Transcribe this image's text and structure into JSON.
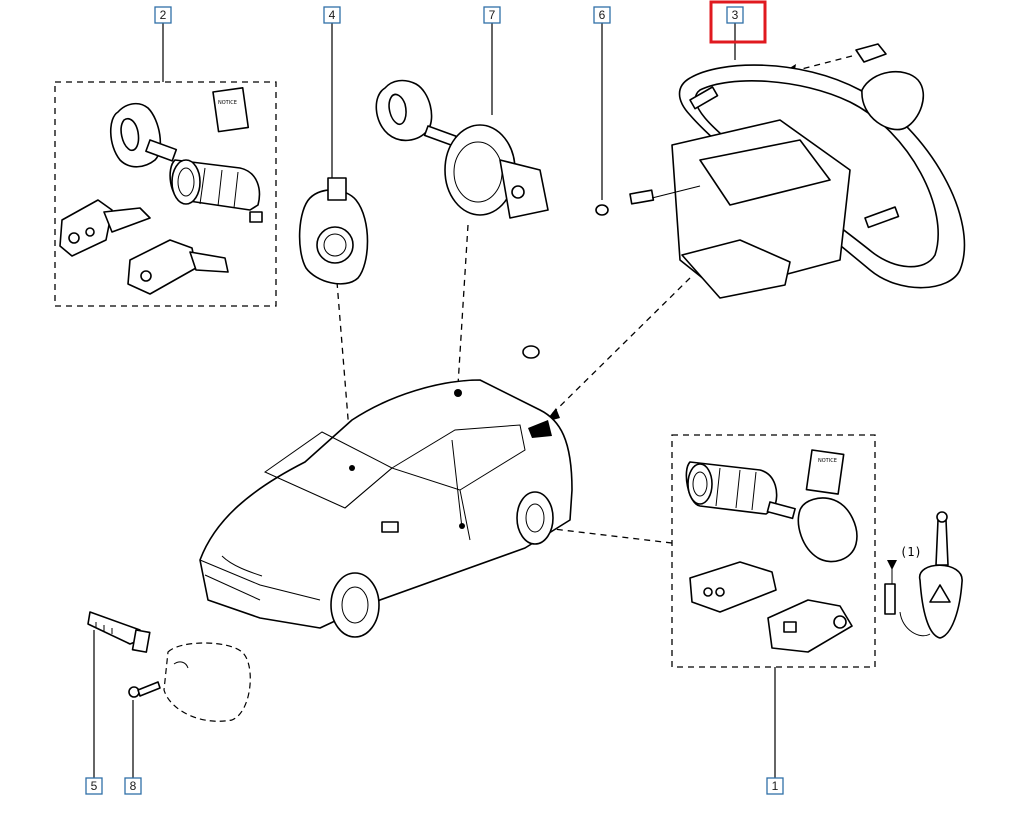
{
  "callouts": [
    {
      "id": "c1",
      "label": "1"
    },
    {
      "id": "c2",
      "label": "2"
    },
    {
      "id": "c3",
      "label": "3",
      "highlighted": true
    },
    {
      "id": "c4",
      "label": "4"
    },
    {
      "id": "c5",
      "label": "5"
    },
    {
      "id": "c6",
      "label": "6"
    },
    {
      "id": "c7",
      "label": "7"
    },
    {
      "id": "c8",
      "label": "8"
    }
  ],
  "notes": {
    "footnote_marker": "(1)",
    "booklet_text": "NOTICE"
  },
  "colors": {
    "highlight": "#e0191f",
    "callout_border": "#2f6fa8",
    "line": "#000000"
  }
}
